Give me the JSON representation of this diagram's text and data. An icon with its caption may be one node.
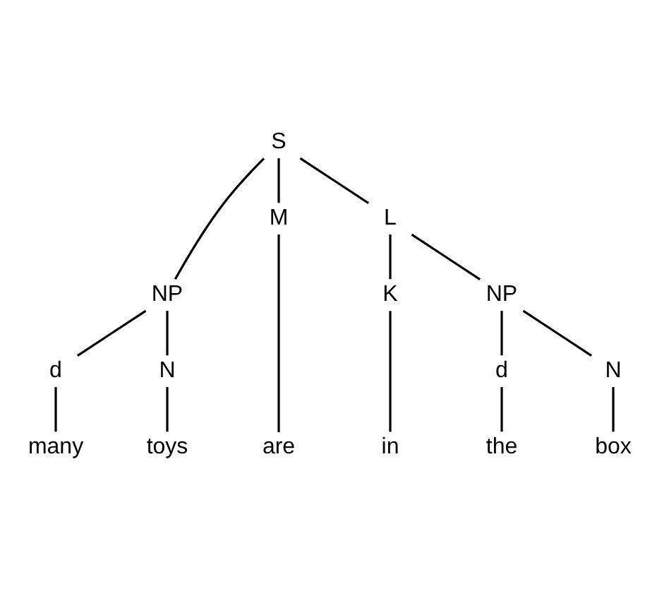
{
  "diagram": {
    "nodes": [
      {
        "text": [
          "S"
        ]
      },
      {
        "text": [
          "NP"
        ]
      },
      {
        "text": [
          "M"
        ]
      },
      {
        "text": [
          "L"
        ]
      },
      {
        "text": [
          "d"
        ]
      },
      {
        "text": [
          "N"
        ]
      },
      {
        "text": [
          "K"
        ]
      },
      {
        "text": [
          "NP"
        ]
      },
      {
        "text": [
          "d"
        ]
      },
      {
        "text": [
          "N"
        ]
      },
      {
        "text": [
          "many"
        ]
      },
      {
        "text": [
          "toys"
        ]
      },
      {
        "text": [
          "are"
        ]
      },
      {
        "text": [
          "in"
        ]
      },
      {
        "text": [
          "the"
        ]
      },
      {
        "text": [
          "box"
        ]
      }
    ],
    "edges": [
      {
        "from": 0,
        "to": 1,
        "arrow": "none"
      },
      {
        "from": 0,
        "to": 2,
        "arrow": "none"
      },
      {
        "from": 0,
        "to": 3,
        "arrow": "none"
      },
      {
        "from": 1,
        "to": 4,
        "arrow": "none"
      },
      {
        "from": 1,
        "to": 5,
        "arrow": "none"
      },
      {
        "from": 3,
        "to": 6,
        "arrow": "none"
      },
      {
        "from": 3,
        "to": 7,
        "arrow": "none"
      },
      {
        "from": 7,
        "to": 8,
        "arrow": "none"
      },
      {
        "from": 7,
        "to": 9,
        "arrow": "none"
      },
      {
        "from": 4,
        "to": 10,
        "arrow": "none"
      },
      {
        "from": 5,
        "to": 11,
        "arrow": "none"
      },
      {
        "from": 2,
        "to": 12,
        "arrow": "none"
      },
      {
        "from": 6,
        "to": 13,
        "arrow": "none"
      },
      {
        "from": 8,
        "to": 14,
        "arrow": "none"
      },
      {
        "from": 9,
        "to": 15,
        "arrow": "none"
      }
    ]
  }
}
